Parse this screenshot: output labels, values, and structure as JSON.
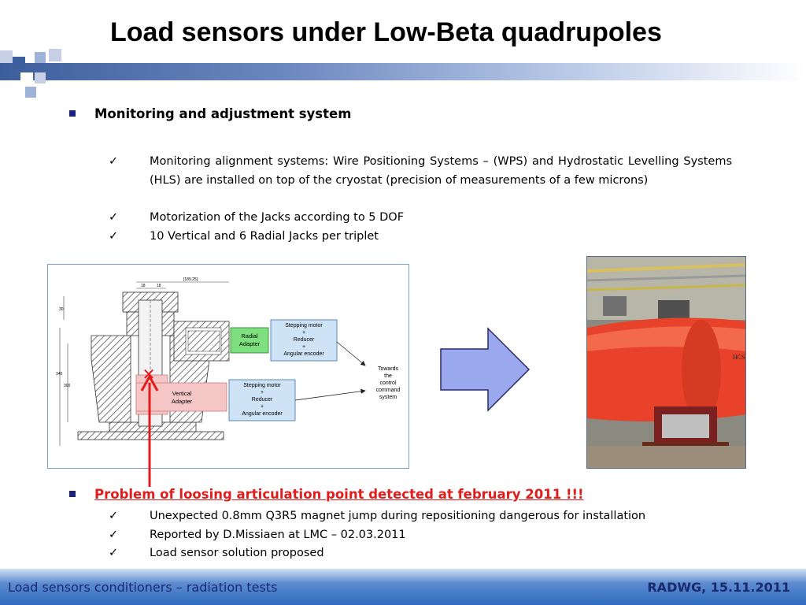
{
  "slide": {
    "title": "Load sensors under Low-Beta quadrupoles"
  },
  "section1": {
    "heading": "Monitoring and adjustment system",
    "check_glyph": "✓",
    "items": [
      "Monitoring alignment systems: Wire Positioning Systems – (WPS) and Hydrostatic Levelling Systems (HLS) are installed on top of the cryostat (precision of measurements of a few microns)",
      "Motorization of the Jacks according to 5 DOF",
      "10 Vertical and 6 Radial Jacks per triplet"
    ]
  },
  "drawing": {
    "radial_adapter": [
      "Radial",
      "Adapter"
    ],
    "vertical_adapter": [
      "Vertical",
      "Adapter"
    ],
    "stepping_box_top": [
      "Stepping motor",
      "+",
      "Reducer",
      "+",
      "Angular encoder"
    ],
    "stepping_box_bottom": [
      "Stepping motor",
      "+",
      "Reducer",
      "+",
      "Angular encoder"
    ],
    "towards": [
      "Towards",
      "the",
      "control",
      "command",
      "system"
    ],
    "dims": {
      "d_top": "[189.25]",
      "d_a": "18",
      "d_b": "18",
      "d_left1": "30",
      "d_left2": "340",
      "d_left3": "300"
    },
    "cross_mark": "✕"
  },
  "photo": {
    "label": "HCS"
  },
  "section2": {
    "heading": "Problem of loosing articulation point detected at february 2011  !!!",
    "items": [
      "Unexpected  0.8mm Q3R5 magnet jump during repositioning dangerous for installation",
      "Reported by D.Missiaen at LMC – 02.03.2011",
      "Load sensor solution proposed"
    ]
  },
  "footer": {
    "left": "Load sensors conditioners – radiation tests",
    "right": "RADWG, 15.11.2011"
  },
  "colors": {
    "accent": "#1a237e",
    "problem": "#e21b1b",
    "arrow_fill": "#9aa8ee",
    "radial_box": "#7ee07e",
    "vertical_box": "#f4c6c6",
    "stepping_box": "#cfe3f7"
  }
}
